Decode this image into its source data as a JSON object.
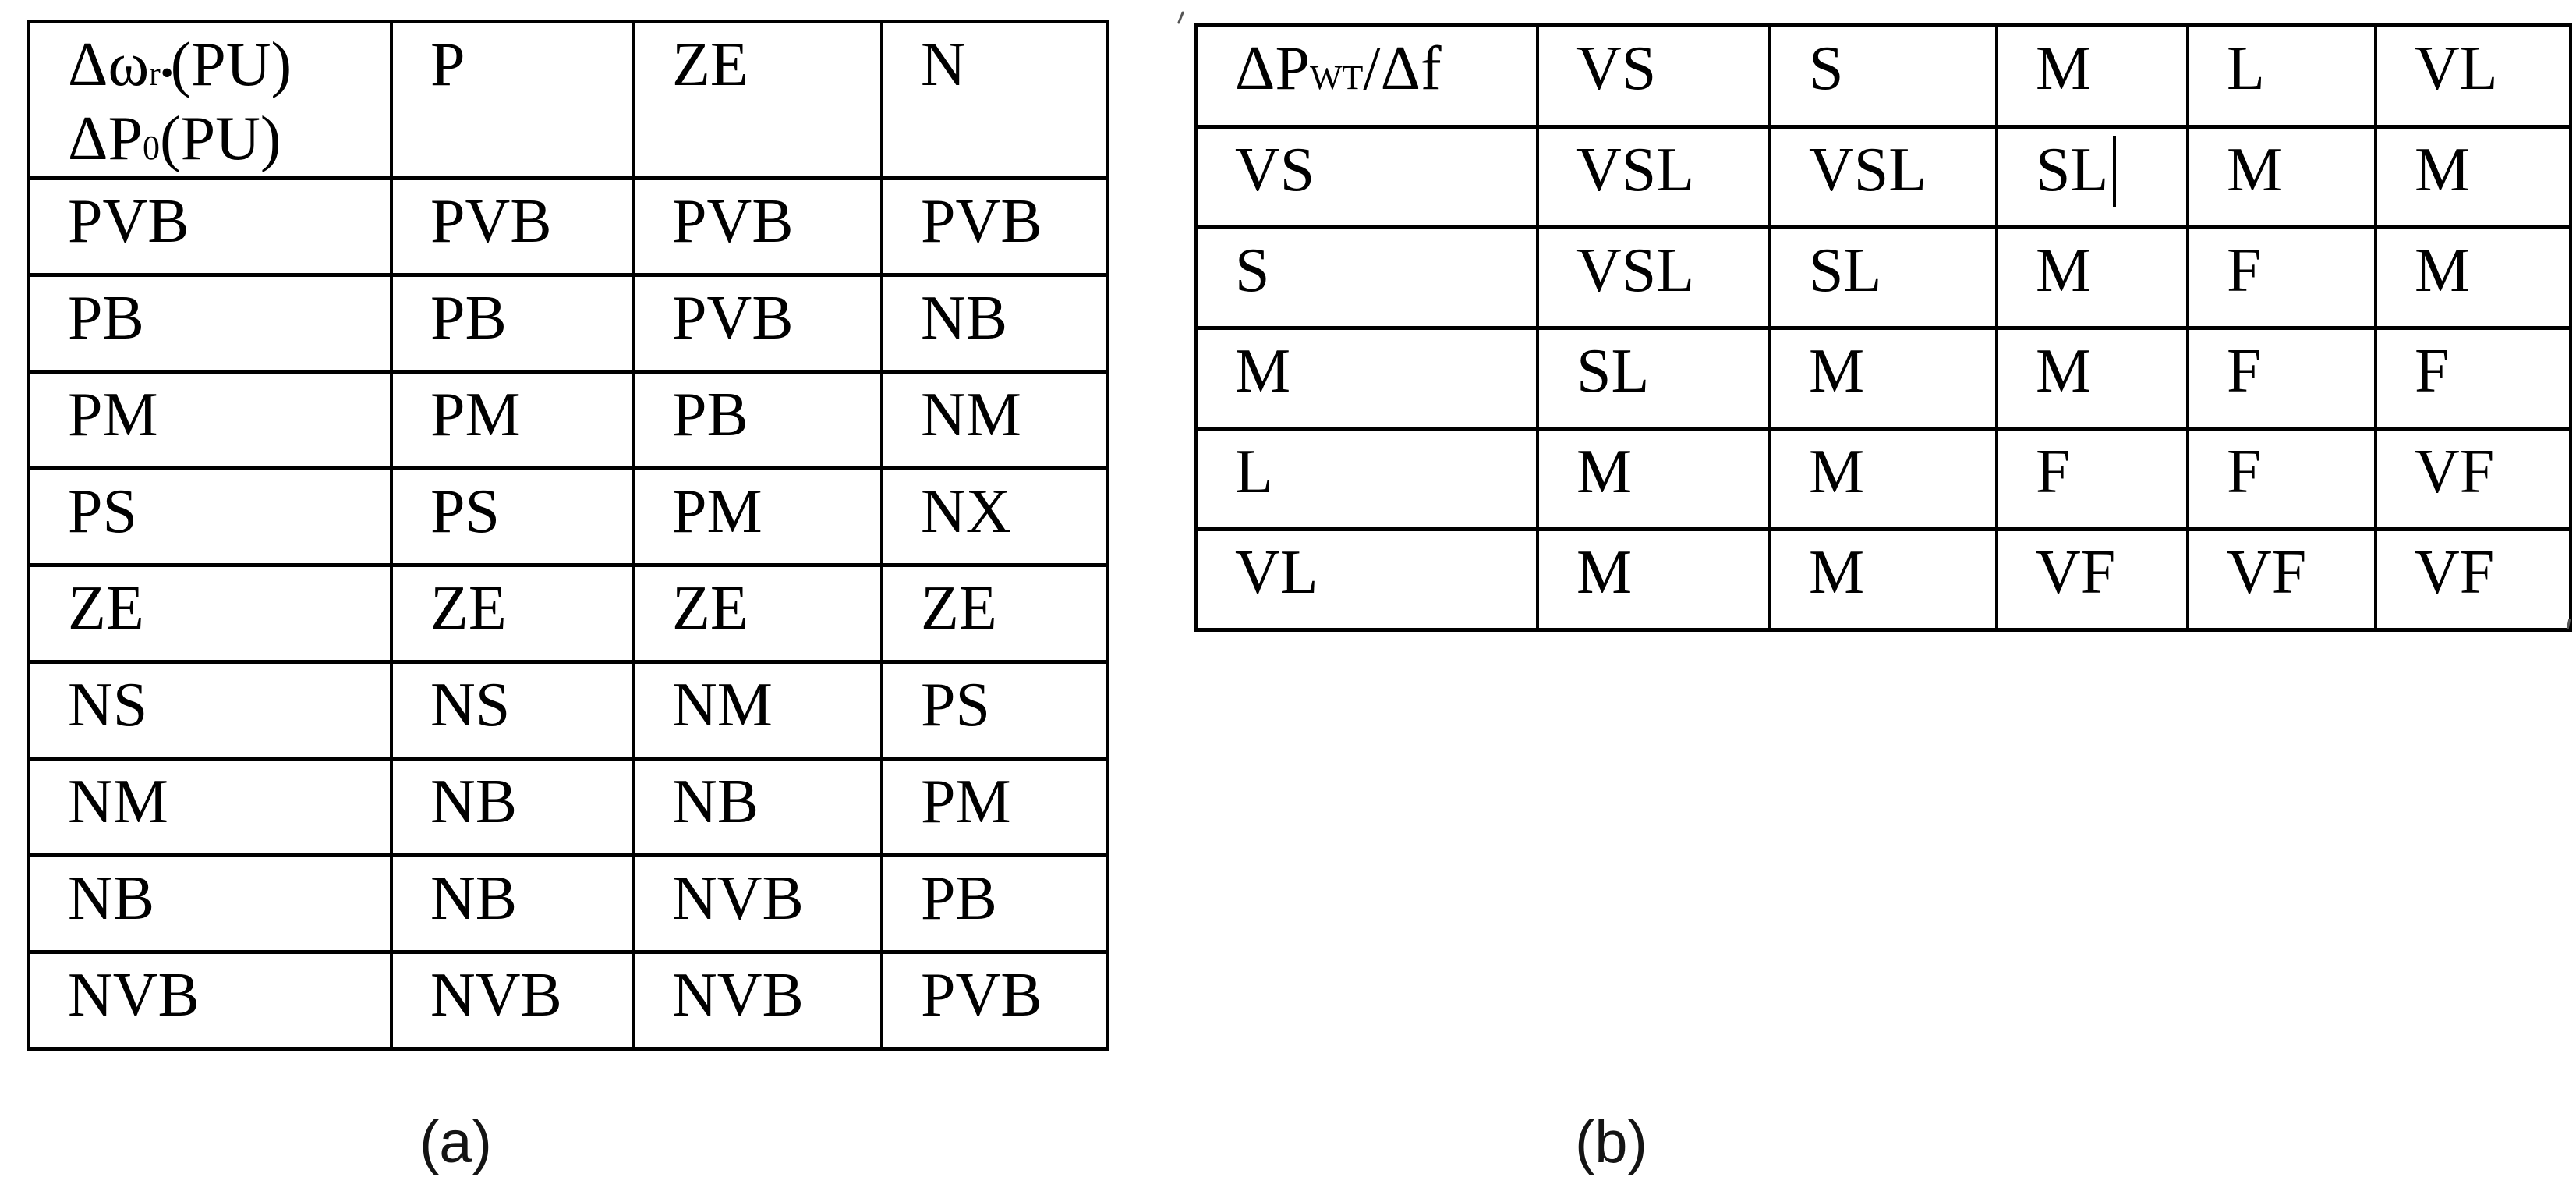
{
  "colors": {
    "background": "#ffffff",
    "table_border": "#000000",
    "table_text": "#000000",
    "caption_text": "#141414"
  },
  "table_a": {
    "caption": "(a)",
    "corner_header": {
      "line1_symbol": "Δω",
      "line1_subscript": "r",
      "line1_superscript": "•",
      "line1_suffix": "(PU)",
      "line2_symbol": "ΔP",
      "line2_subscript": "0",
      "line2_suffix": "(PU)"
    },
    "column_headers": [
      "P",
      "ZE",
      "N"
    ],
    "rows": [
      {
        "label": "PVB",
        "cells": [
          "PVB",
          "PVB",
          "PVB"
        ]
      },
      {
        "label": "PB",
        "cells": [
          "PB",
          "PVB",
          "NB"
        ]
      },
      {
        "label": "PM",
        "cells": [
          "PM",
          "PB",
          "NM"
        ]
      },
      {
        "label": "PS",
        "cells": [
          "PS",
          "PM",
          "NX"
        ]
      },
      {
        "label": "ZE",
        "cells": [
          "ZE",
          "ZE",
          "ZE"
        ]
      },
      {
        "label": "NS",
        "cells": [
          "NS",
          "NM",
          "PS"
        ]
      },
      {
        "label": "NM",
        "cells": [
          "NB",
          "NB",
          "PM"
        ]
      },
      {
        "label": "NB",
        "cells": [
          "NB",
          "NVB",
          "PB"
        ]
      },
      {
        "label": "NVB",
        "cells": [
          "NVB",
          "NVB",
          "PVB"
        ]
      }
    ]
  },
  "table_b": {
    "caption": "(b)",
    "corner_header": {
      "symbol": "ΔP",
      "subscript": "WT",
      "suffix": "/Δf"
    },
    "column_headers": [
      "VS",
      "S",
      "M",
      "L",
      "VL"
    ],
    "rows": [
      {
        "label": "VS",
        "cells": [
          "VSL",
          "VSL",
          "SL",
          "M",
          "M"
        ]
      },
      {
        "label": "S",
        "cells": [
          "VSL",
          "SL",
          "M",
          "F",
          "M"
        ]
      },
      {
        "label": "M",
        "cells": [
          "SL",
          "M",
          "M",
          "F",
          "F"
        ]
      },
      {
        "label": "L",
        "cells": [
          "M",
          "M",
          "F",
          "F",
          "VF"
        ]
      },
      {
        "label": "VL",
        "cells": [
          "M",
          "M",
          "VF",
          "VF",
          "VF"
        ]
      }
    ],
    "text_cursor_location": {
      "row": "VS",
      "after_cell_value": "SL"
    }
  }
}
